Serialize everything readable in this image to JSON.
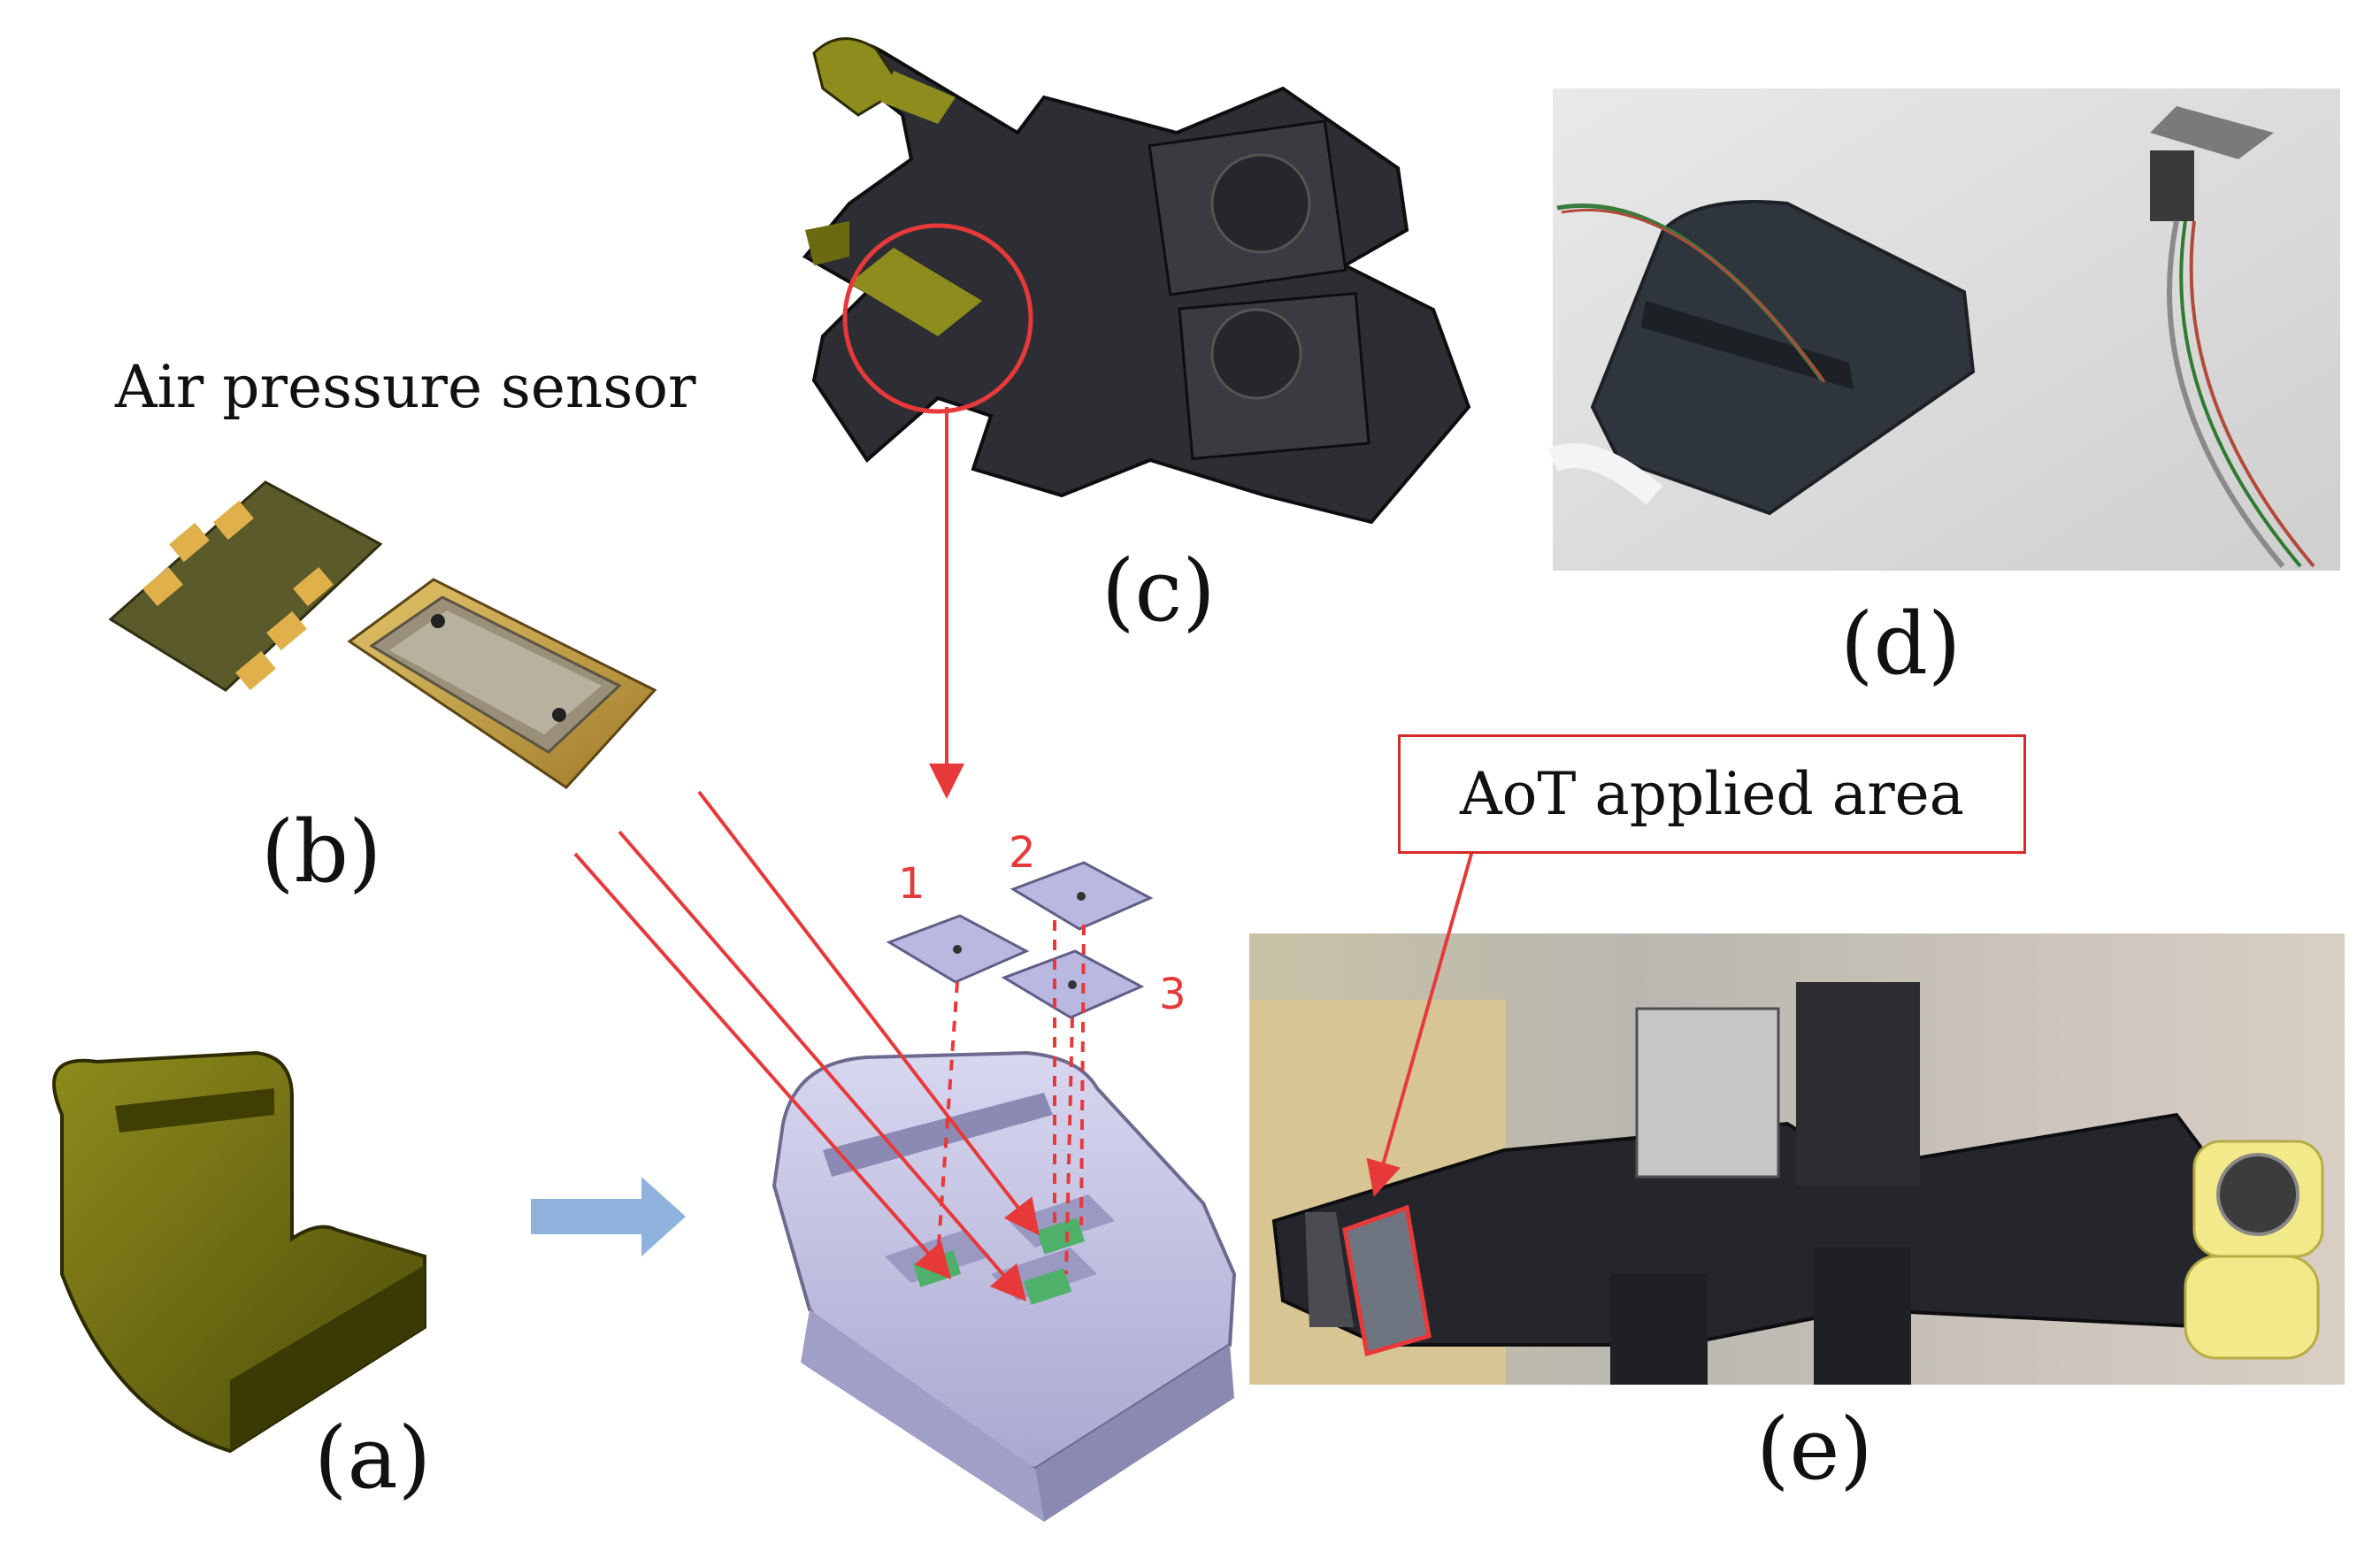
{
  "labels": {
    "a": "(a)",
    "b": "(b)",
    "c": "(c)",
    "d": "(d)",
    "e": "(e)",
    "sensor_title": "Air pressure sensor",
    "aot": "AoT applied area"
  },
  "sensor_numbers": [
    "1",
    "2",
    "3"
  ],
  "colors": {
    "annotation": "#e8393a",
    "shell_olive": "#6b6a10",
    "purple_cad": "#c7c6e6",
    "robot_dark": "#2d2e33",
    "arrow_blue": "#8fb3dd",
    "chip_gold": "#c9a24a"
  }
}
